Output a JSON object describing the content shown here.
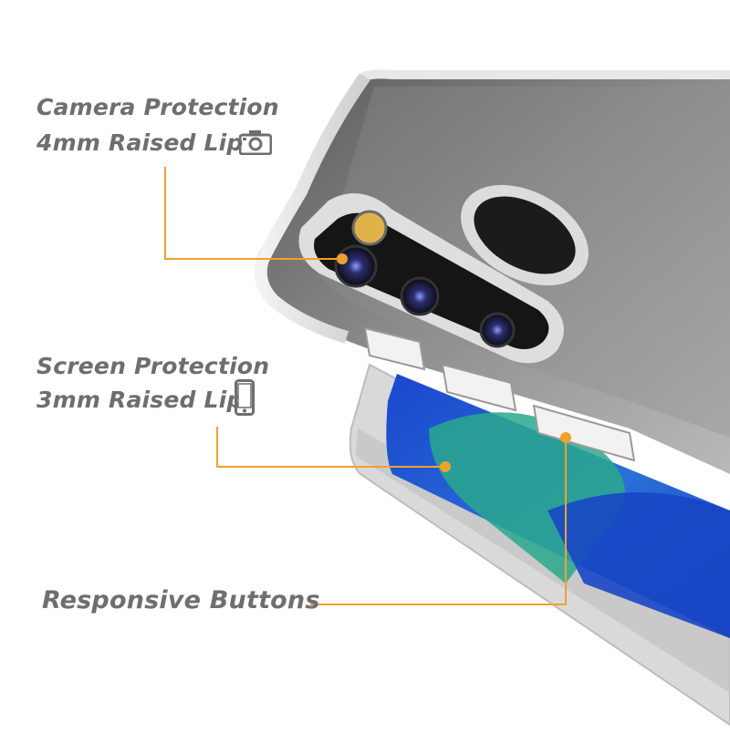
{
  "callouts": {
    "camera": {
      "line1": "Camera Protection",
      "line2": "4mm Raised Lip",
      "icon": "camera-icon"
    },
    "screen": {
      "line1": "Screen Protection",
      "line2": "3mm Raised Lip",
      "icon": "smartphone-icon"
    },
    "buttons": {
      "line1": "Responsive Buttons"
    }
  },
  "colors": {
    "accent": "#f0a030",
    "label_text": "#6e6e6e",
    "case_dark": "#2a2a2a",
    "screen_blue": "#1f4fd0",
    "screen_green": "#27a58a"
  }
}
